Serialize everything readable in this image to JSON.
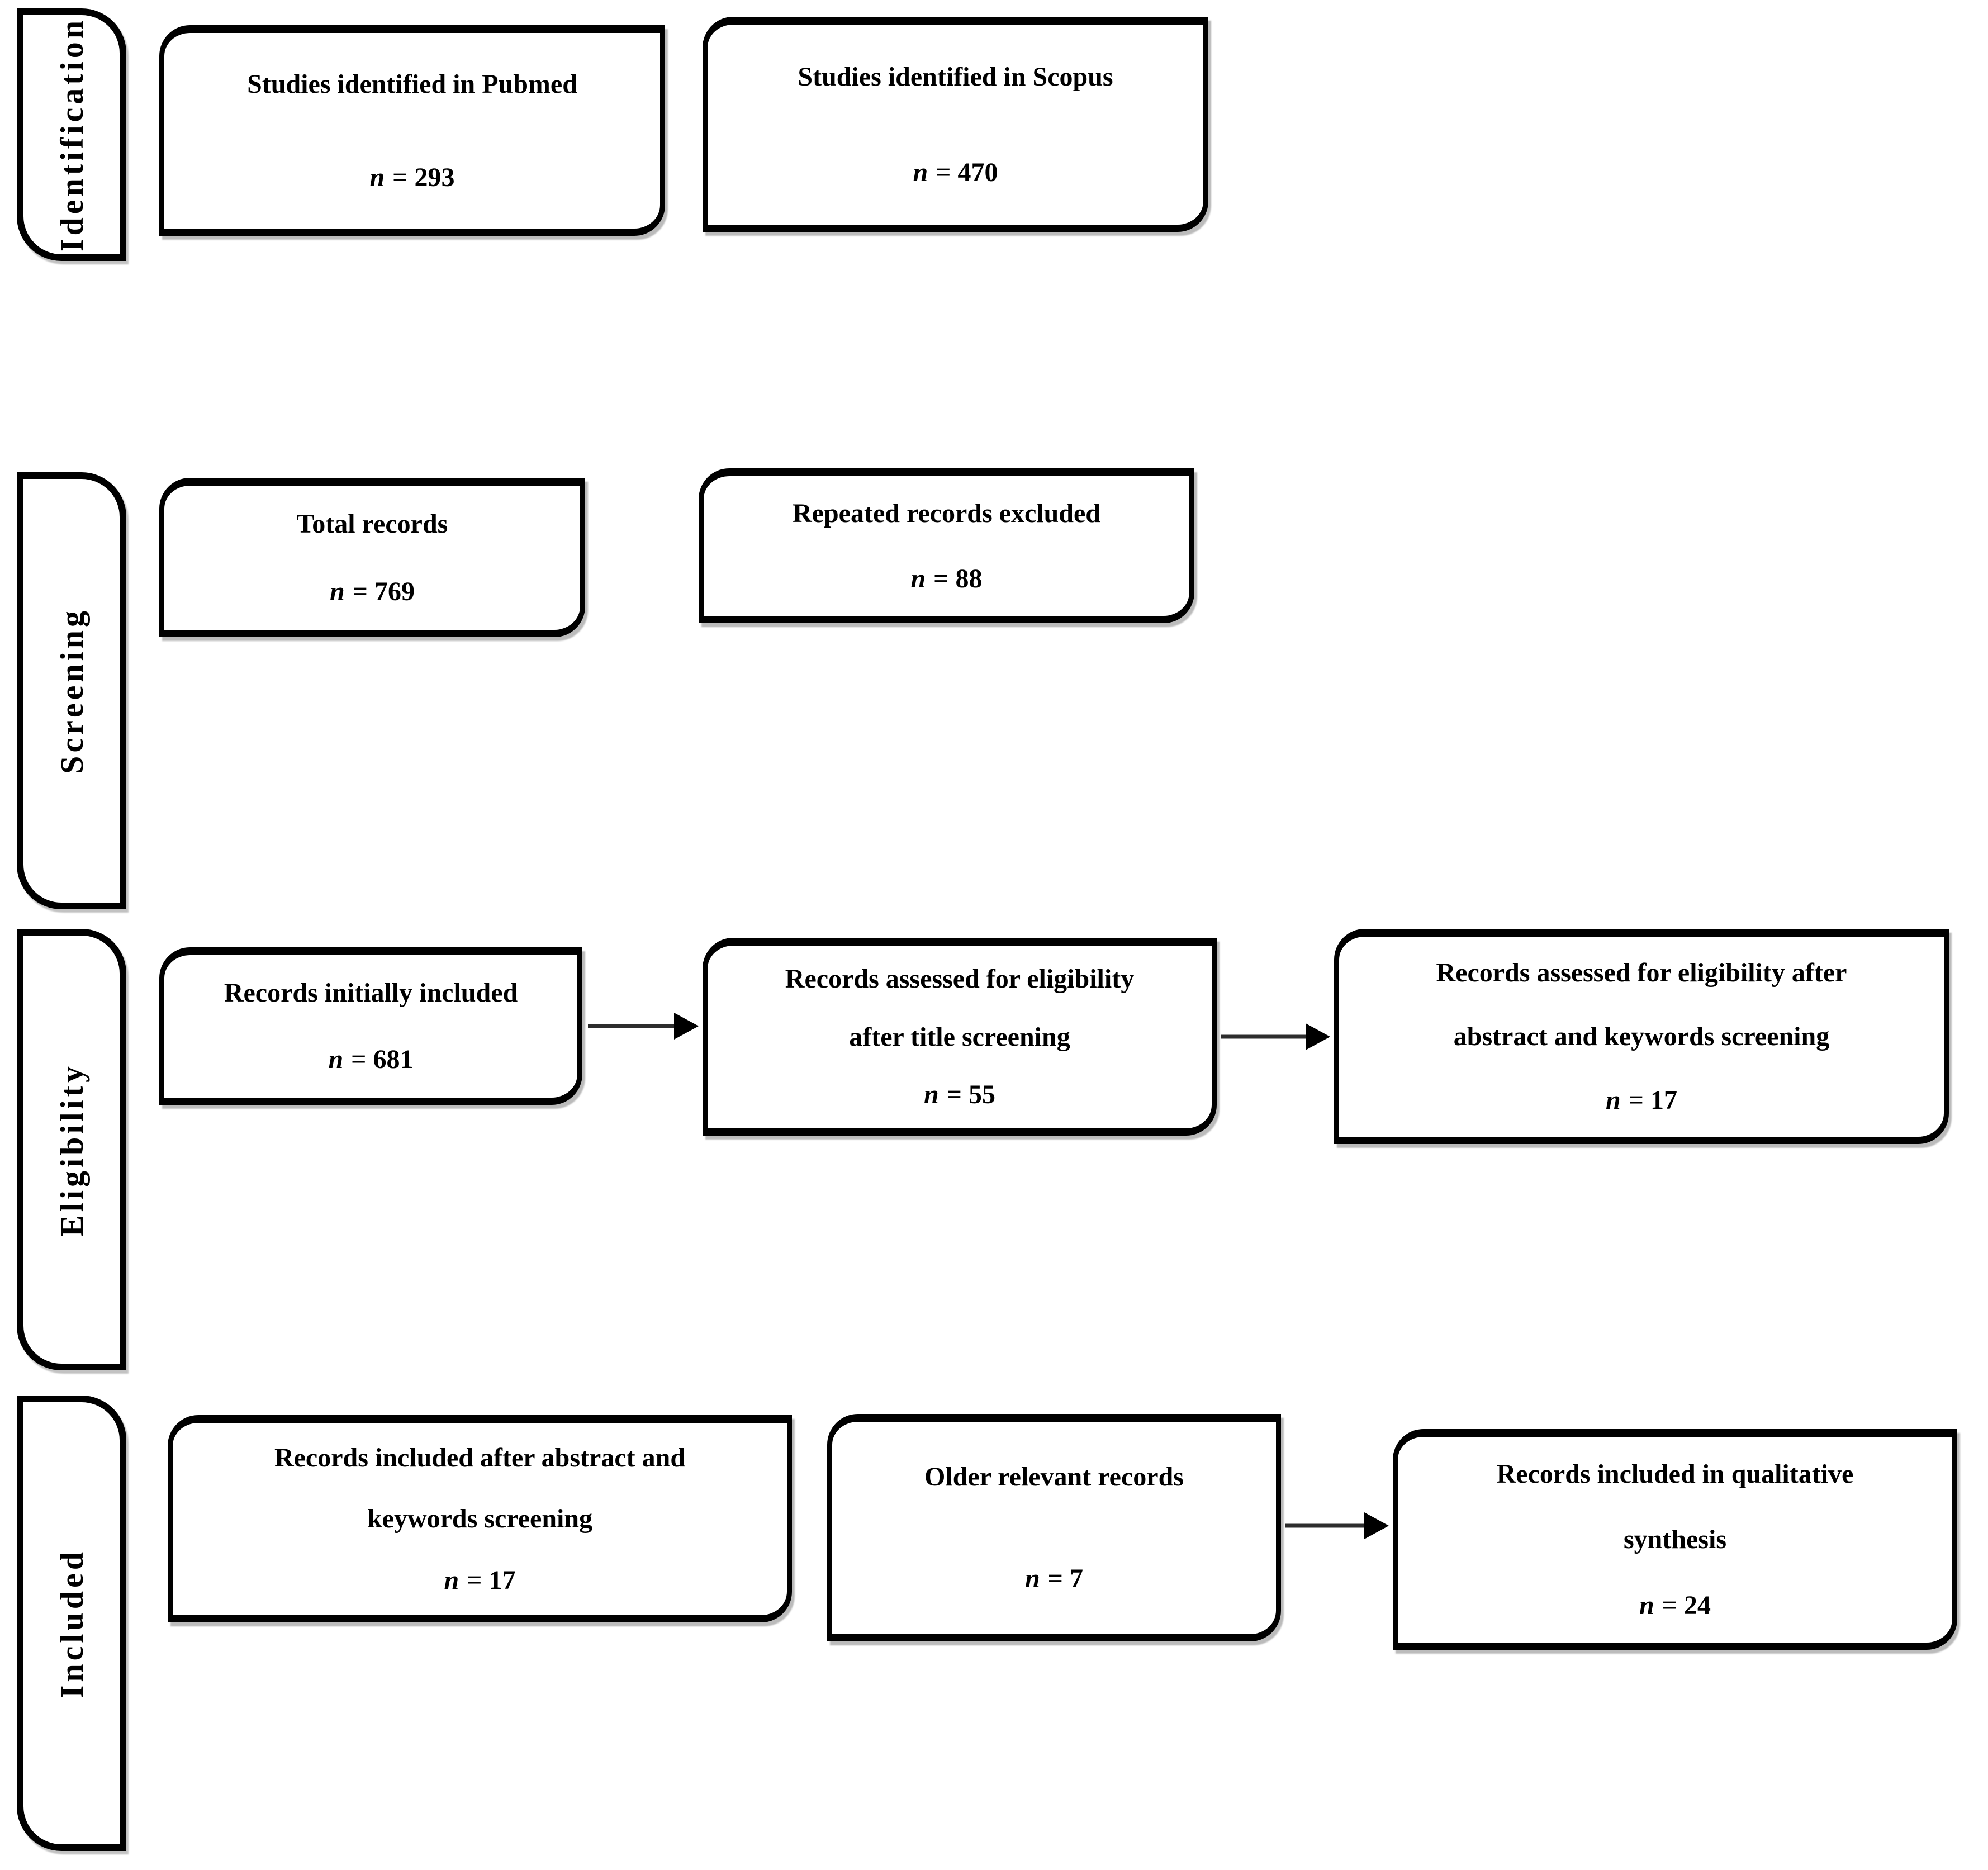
{
  "n_symbol": "n",
  "sidebar": {
    "stages": [
      {
        "label": "Identification"
      },
      {
        "label": "Screening"
      },
      {
        "label": "Eligibility"
      },
      {
        "label": "Included"
      }
    ]
  },
  "boxes": {
    "pubmed": {
      "line1": "Studies identified in Pubmed",
      "count": "= 293"
    },
    "scopus": {
      "line1": "Studies identified in Scopus",
      "count": "= 470"
    },
    "total": {
      "line1": "Total records",
      "count": "= 769"
    },
    "repeated": {
      "line1": "Repeated records excluded",
      "count": "= 88"
    },
    "initial": {
      "line1": "Records initially included",
      "count": "= 681"
    },
    "title_screen": {
      "line1": "Records assessed for eligibility",
      "line2": "after title screening",
      "count": "= 55"
    },
    "abstract_screen": {
      "line1": "Records assessed for eligibility after",
      "line2": "abstract and keywords screening",
      "count": "= 17"
    },
    "included_abstract": {
      "line1": "Records included after abstract and",
      "line2": "keywords screening",
      "count": "= 17"
    },
    "older": {
      "line1": "Older relevant records",
      "count": "= 7"
    },
    "qualitative": {
      "line1": "Records included in qualitative",
      "line2": "synthesis",
      "count": "= 24"
    }
  }
}
